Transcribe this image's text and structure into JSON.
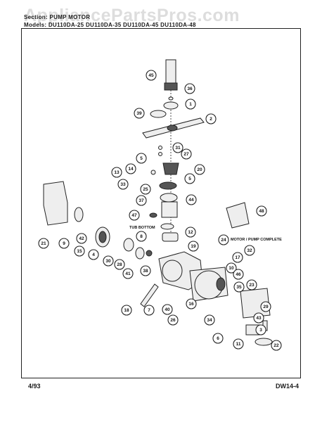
{
  "header": {
    "watermark": "AppliancePartsPros.com",
    "section_line": "Section: PUMP MOTOR",
    "model_line": "Models: DU110DA-25 DU110DA-35 DU110DA-45 DU110DA-48"
  },
  "diagram": {
    "labels": {
      "tub_bottom": "TUB BOTTOM",
      "motor_pump_complete": "MOTOR / PUMP COMPLETE"
    },
    "callouts": [
      "45",
      "36",
      "1",
      "39",
      "2",
      "31",
      "5",
      "27",
      "13",
      "14",
      "20",
      "33",
      "5",
      "25",
      "37",
      "44",
      "47",
      "48",
      "8",
      "12",
      "21",
      "9",
      "42",
      "15",
      "4",
      "30",
      "28",
      "41",
      "38",
      "19",
      "24",
      "32",
      "17",
      "10",
      "46",
      "18",
      "7",
      "40",
      "16",
      "26",
      "35",
      "34",
      "23",
      "29",
      "43",
      "6",
      "11",
      "3",
      "22"
    ]
  },
  "footer": {
    "date": "4/93",
    "page_code": "DW14-4"
  }
}
